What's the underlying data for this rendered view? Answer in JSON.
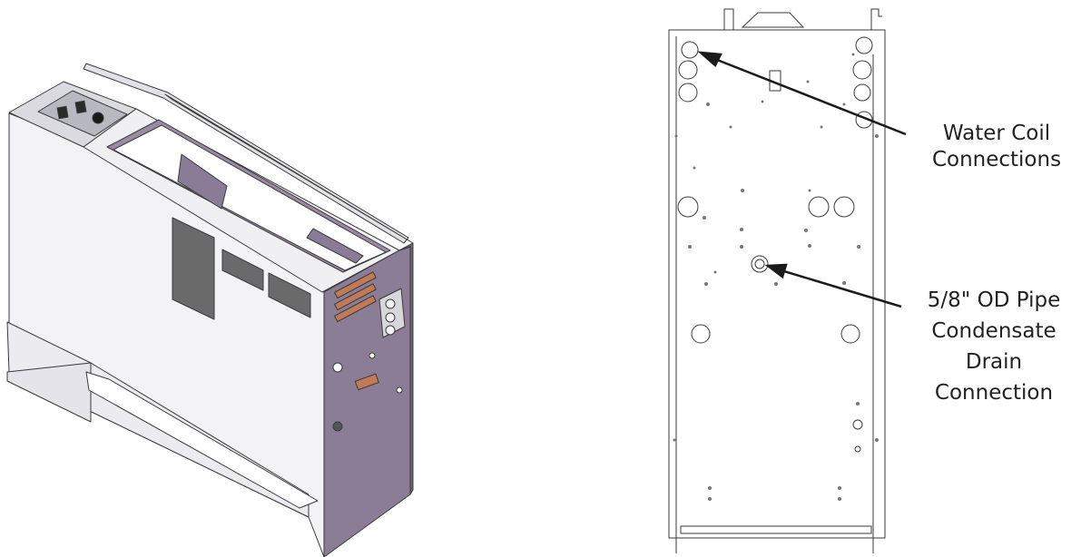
{
  "callouts": {
    "water_coil": {
      "lines": [
        "Water Coil",
        "Connections"
      ]
    },
    "condensate_drain": {
      "lines": [
        "5/8\" OD Pipe",
        "Condensate",
        "Drain",
        "Connection"
      ]
    }
  },
  "colors": {
    "panel_side": "#8c7d96",
    "panel_front": "#f4f4f6",
    "outline": "#3a3a3a",
    "copper": "#c07a55",
    "grille": "#6a6a6a"
  }
}
